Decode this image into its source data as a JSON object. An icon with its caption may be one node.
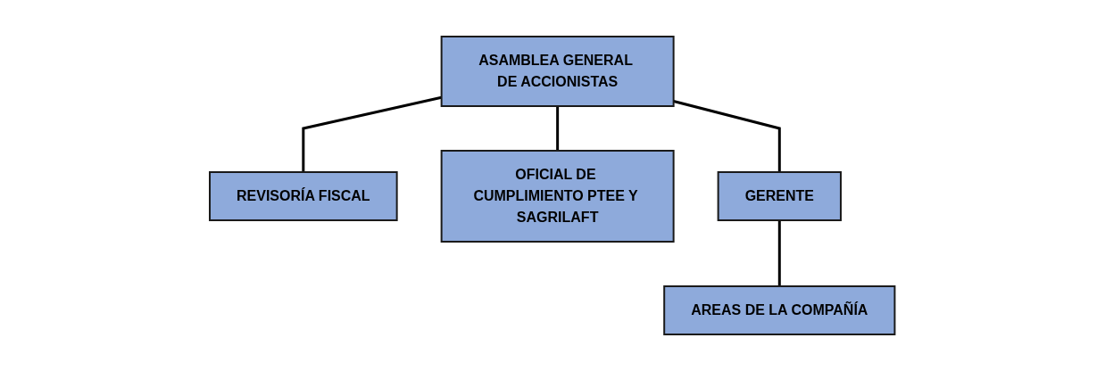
{
  "diagram": {
    "nodes": [
      {
        "text": [
          "ASAMBLEA GENERAL DE ACCIONISTAS"
        ]
      },
      {
        "text": [
          "REVISORÍA FISCAL"
        ]
      },
      {
        "text": [
          "OFICIAL DE CUMPLIMIENTO PTEE Y SAGRILAFT"
        ]
      },
      {
        "text": [
          "GERENTE"
        ]
      },
      {
        "text": [
          "AREAS DE LA COMPAÑÍA"
        ]
      }
    ],
    "edges": [
      {
        "from": 0,
        "to": 1,
        "arrow": "none"
      },
      {
        "from": 0,
        "to": 2,
        "arrow": "none"
      },
      {
        "from": 0,
        "to": 3,
        "arrow": "none"
      },
      {
        "from": 3,
        "to": 4,
        "arrow": "none"
      }
    ]
  }
}
